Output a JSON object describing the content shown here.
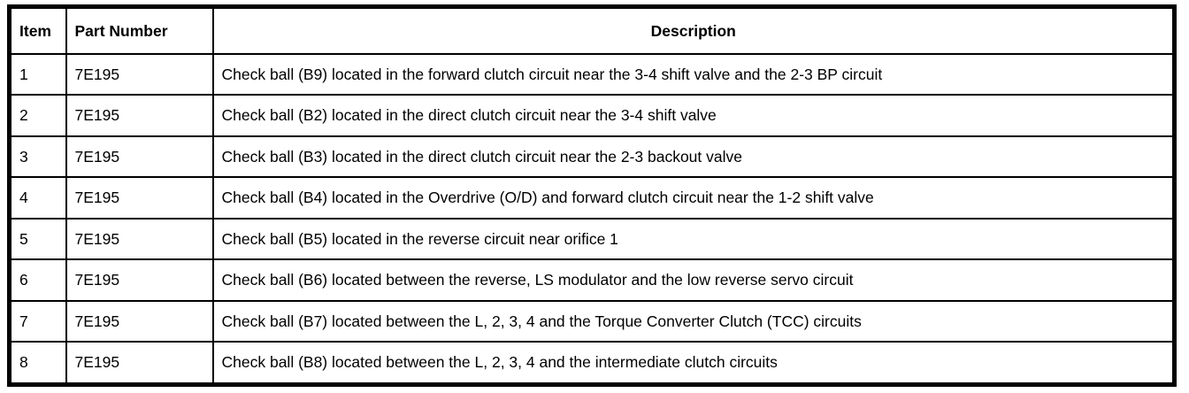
{
  "table": {
    "columns": [
      {
        "label": "Item"
      },
      {
        "label": "Part Number"
      },
      {
        "label": "Description"
      }
    ],
    "rows": [
      {
        "item": "1",
        "part_number": "7E195",
        "description": "Check ball (B9) located in the forward clutch circuit near the 3-4 shift valve and the 2-3 BP circuit"
      },
      {
        "item": "2",
        "part_number": "7E195",
        "description": "Check ball (B2) located in the direct clutch circuit near the 3-4 shift valve"
      },
      {
        "item": "3",
        "part_number": "7E195",
        "description": "Check ball (B3) located in the direct clutch circuit near the 2-3 backout valve"
      },
      {
        "item": "4",
        "part_number": "7E195",
        "description": "Check ball (B4) located in the Overdrive (O/D) and forward clutch circuit near the 1-2 shift valve"
      },
      {
        "item": "5",
        "part_number": "7E195",
        "description": "Check ball (B5) located in the reverse circuit near orifice 1"
      },
      {
        "item": "6",
        "part_number": "7E195",
        "description": "Check ball (B6) located between the reverse, LS modulator and the low reverse servo circuit"
      },
      {
        "item": "7",
        "part_number": "7E195",
        "description": "Check ball (B7) located between the L, 2, 3, 4 and the Torque Converter Clutch (TCC) circuits"
      },
      {
        "item": "8",
        "part_number": "7E195",
        "description": "Check ball (B8) located between the L, 2, 3, 4 and the intermediate clutch circuits"
      }
    ],
    "colors": {
      "border": "#000000",
      "text": "#000000",
      "background": "#ffffff"
    }
  }
}
